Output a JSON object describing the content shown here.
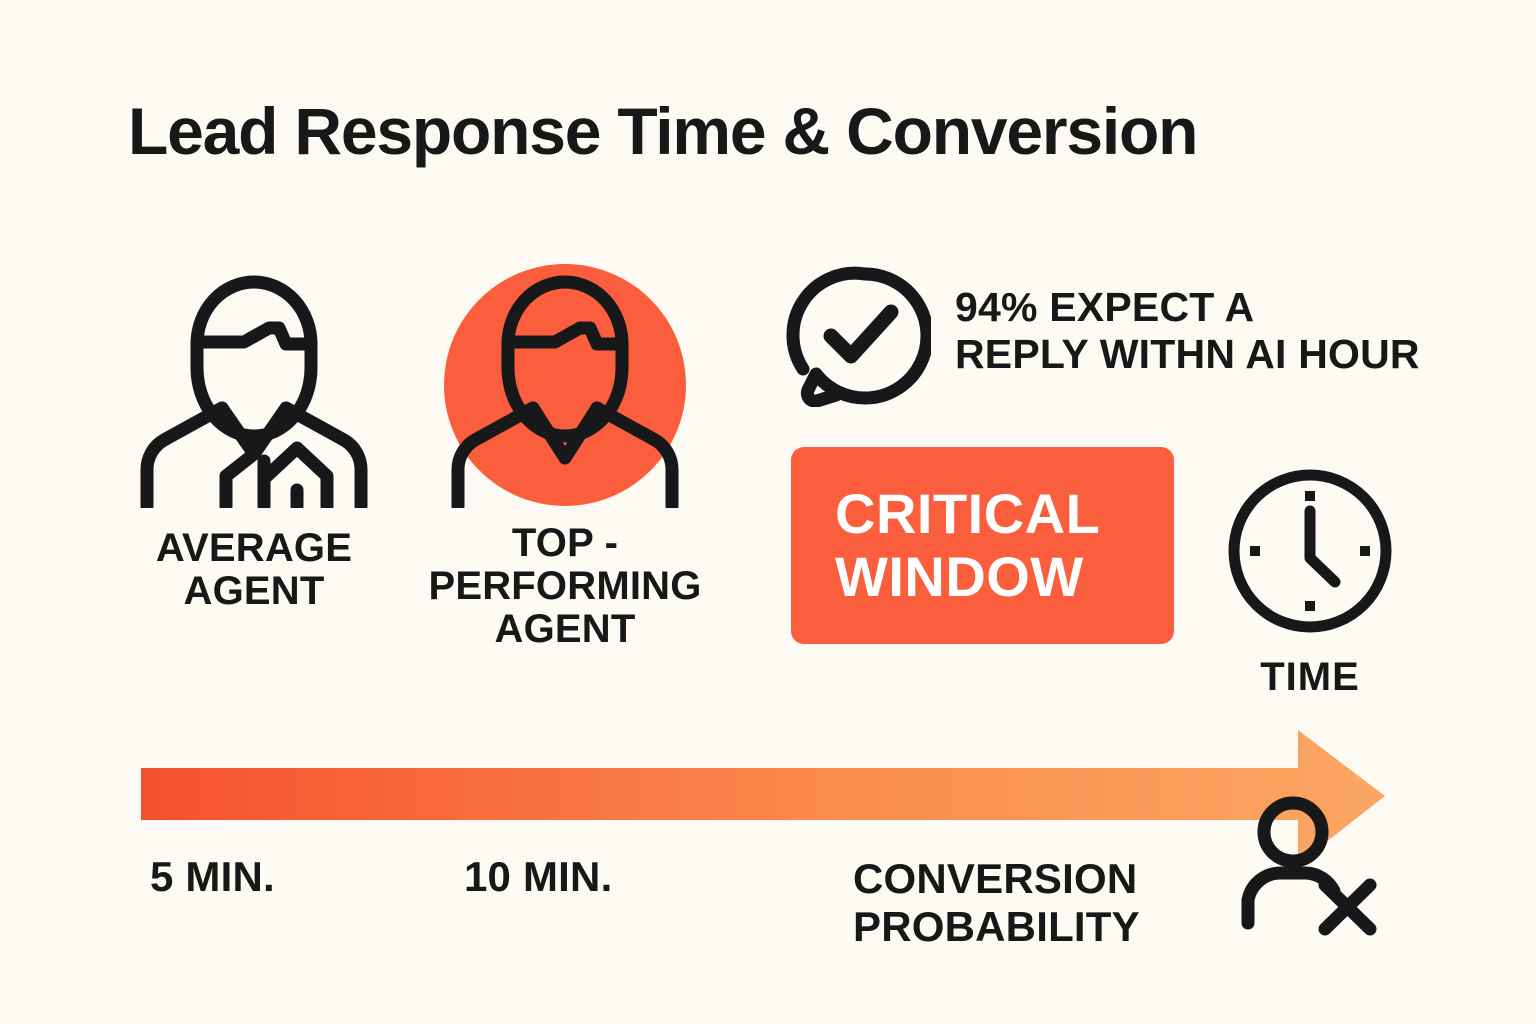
{
  "meta": {
    "background_color": "#FCFAF2",
    "ink_color": "#17181A",
    "accent_color": "#FB5E3C",
    "arrow_gradient_start": "#F5502E",
    "arrow_gradient_end": "#FBA763"
  },
  "title": "Lead Response Time & Conversion",
  "personas": [
    {
      "id": "average-agent",
      "label": "AVERAGE\nAGENT",
      "highlighted": false,
      "icon": "agent-avatar-icon"
    },
    {
      "id": "top-performing-agent",
      "label": "TOP -\nPERFORMING\nAGENT",
      "highlighted": true,
      "icon": "agent-avatar-icon"
    }
  ],
  "stat": {
    "icon": "speech-bubble-check-icon",
    "text": "94% EXPECT A\nREPLY WITHN AI HOUR",
    "percent": "94%"
  },
  "critical_badge": {
    "text": "CRITICAL\nWINDOW",
    "background": "#FB5E3C",
    "text_color": "#FFFFFF"
  },
  "time_block": {
    "icon": "clock-icon",
    "label": "TIME"
  },
  "timeline": {
    "ticks": [
      {
        "id": "tick-5min",
        "label": "5 MIN."
      },
      {
        "id": "tick-10min",
        "label": "10 MIN."
      }
    ],
    "conversion_label": "CONVERSION\nPROBABILITY",
    "end_icon": "person-x-icon"
  },
  "chart_data": {
    "type": "area",
    "title": "Lead Response Time & Conversion",
    "xlabel": "TIME",
    "ylabel": "CONVERSION PROBABILITY",
    "x": [
      "5 MIN.",
      "10 MIN."
    ],
    "annotations": [
      "94% EXPECT A REPLY WITHN AI HOUR",
      "CRITICAL WINDOW",
      "AVERAGE AGENT",
      "TOP - PERFORMING AGENT"
    ],
    "legend": [],
    "grid": false
  }
}
